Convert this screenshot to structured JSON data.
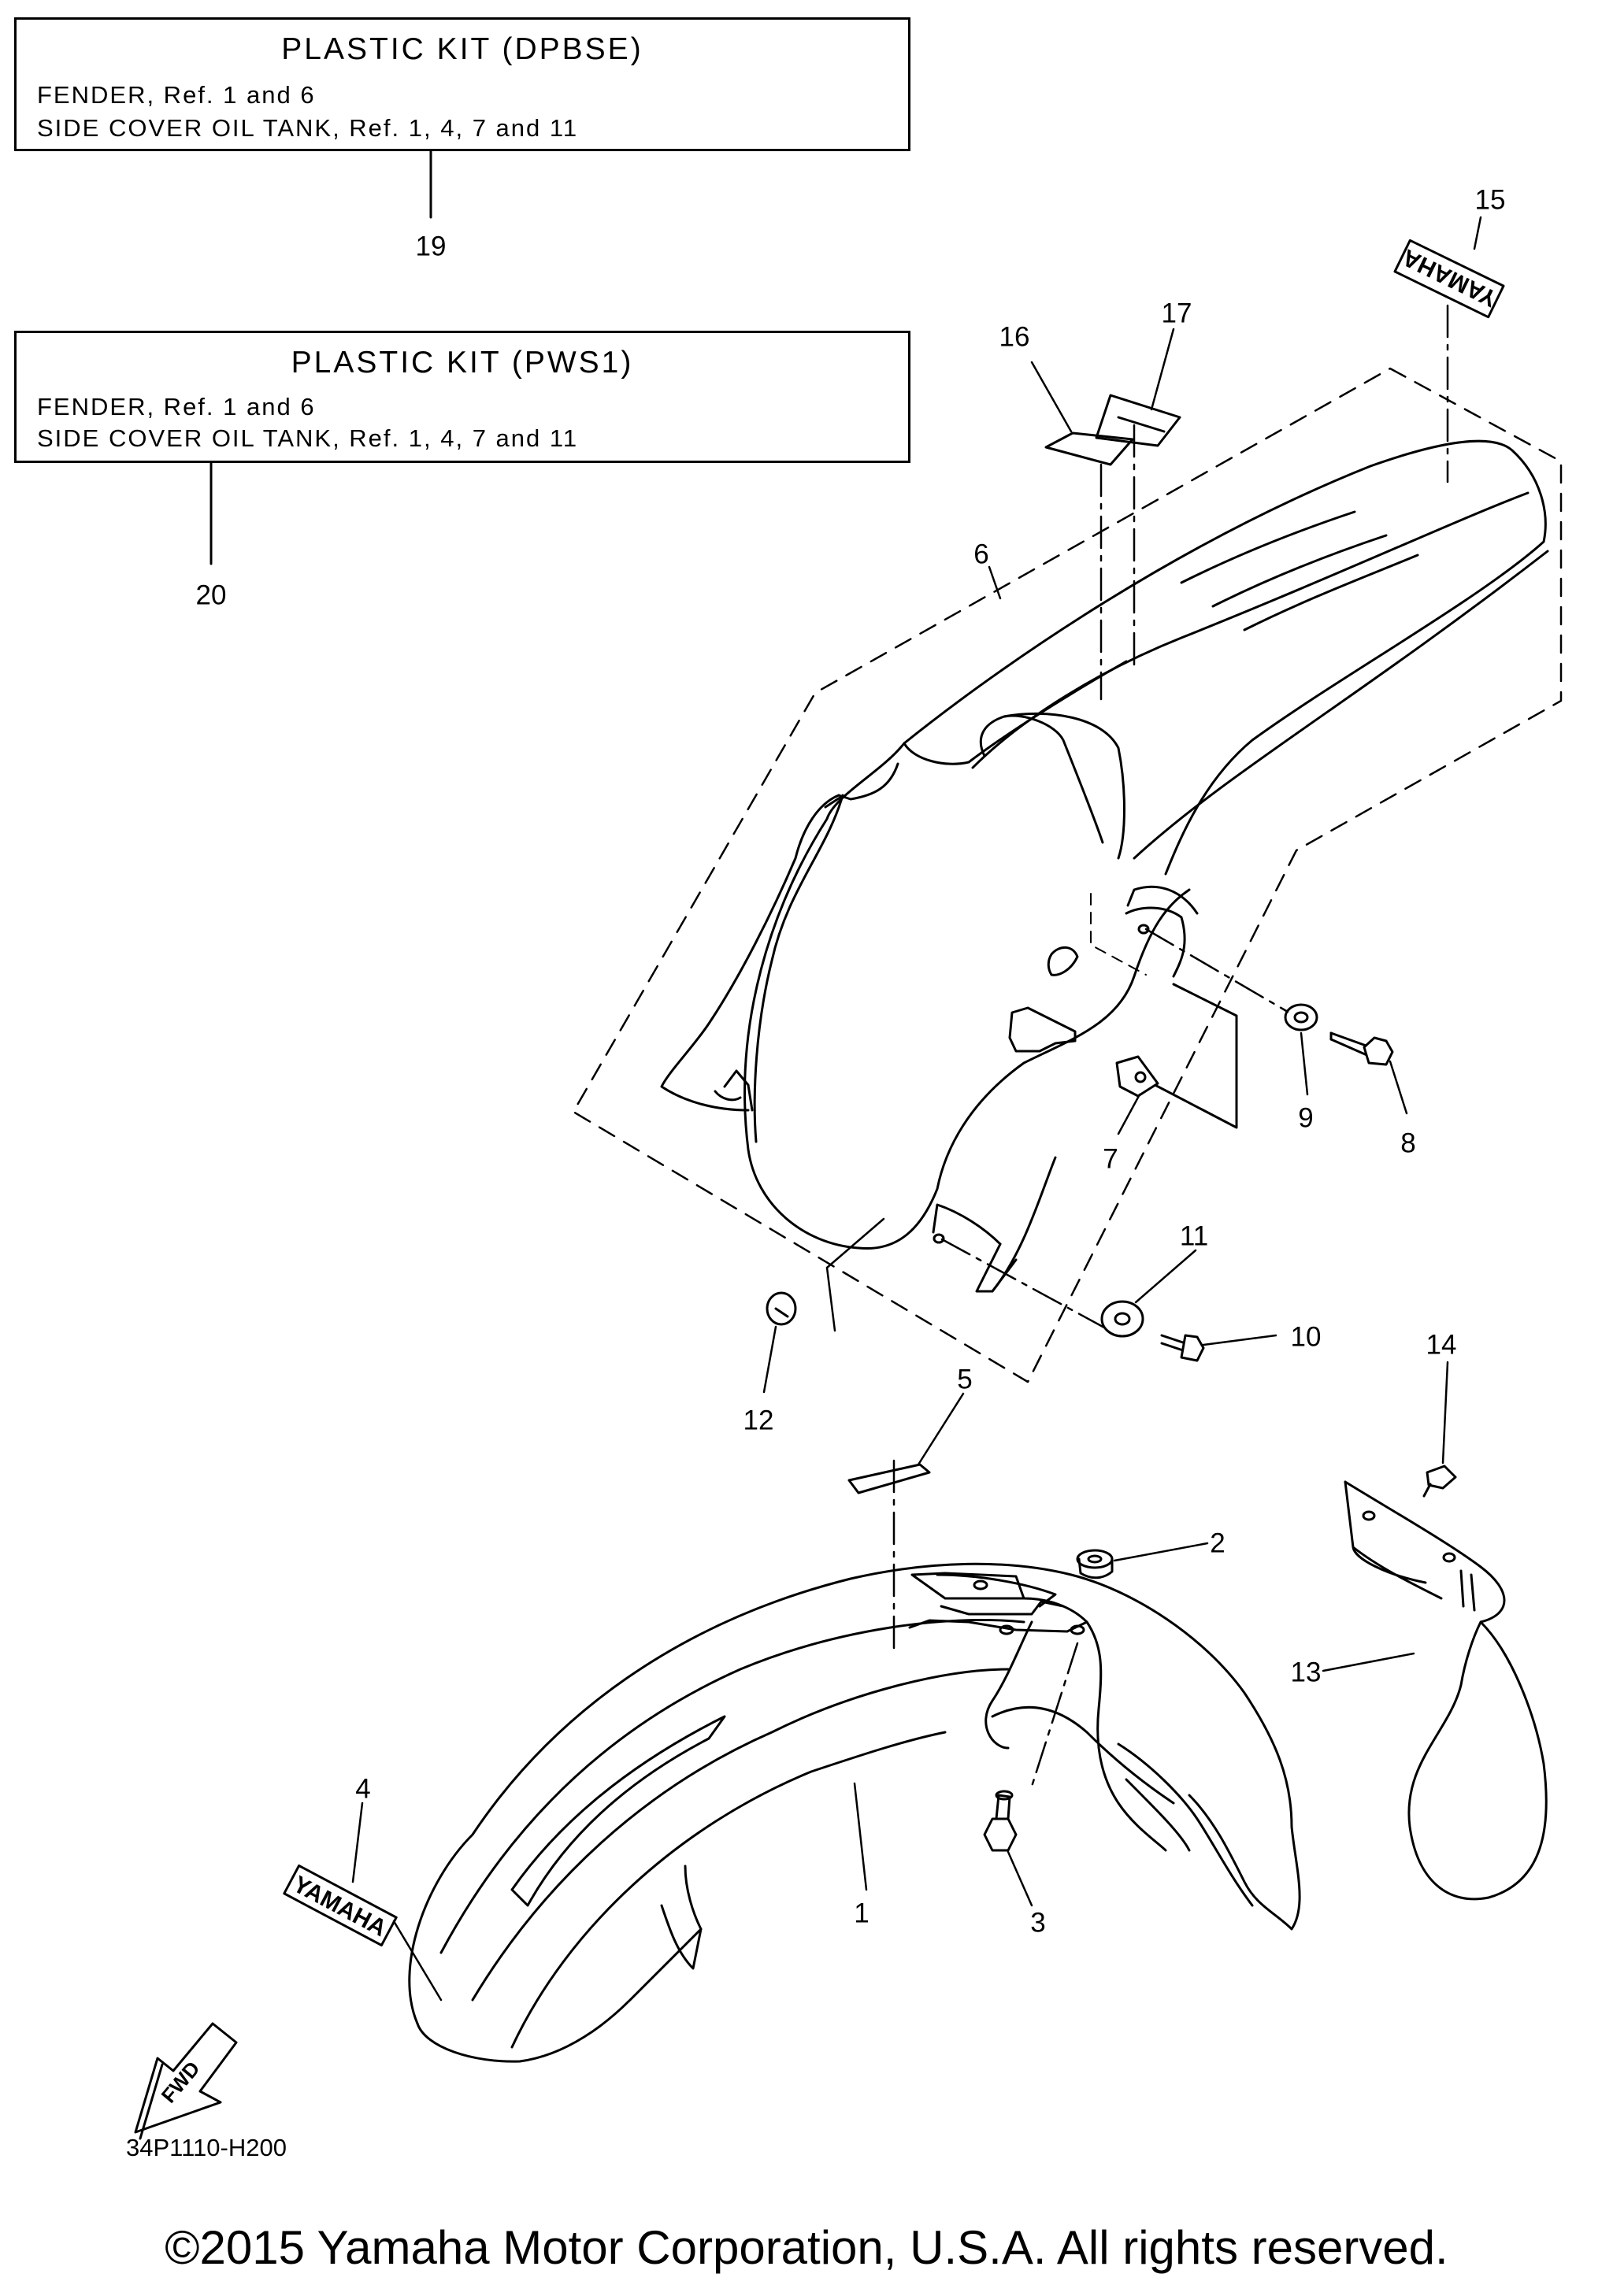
{
  "kits": [
    {
      "title": "PLASTIC KIT (DPBSE)",
      "lines": [
        "FENDER, Ref. 1 and 6",
        "SIDE COVER OIL TANK, Ref. 1, 4, 7 and 11"
      ],
      "ref": "19"
    },
    {
      "title": "PLASTIC KIT (PWS1)",
      "lines": [
        "FENDER, Ref. 1 and 6",
        "SIDE COVER OIL TANK, Ref. 1, 4, 7 and 11"
      ],
      "ref": "20"
    }
  ],
  "callouts": {
    "1": "1",
    "2": "2",
    "3": "3",
    "4": "4",
    "5": "5",
    "6": "6",
    "7": "7",
    "8": "8",
    "9": "9",
    "10": "10",
    "11": "11",
    "12": "12",
    "13": "13",
    "14": "14",
    "15": "15",
    "16": "16",
    "17": "17"
  },
  "emblem_text": "YAMAHA",
  "fwd_label": "FWD",
  "diagram_code": "34P1110-H200",
  "copyright": "©2015 Yamaha Motor Corporation, U.S.A. All rights reserved."
}
